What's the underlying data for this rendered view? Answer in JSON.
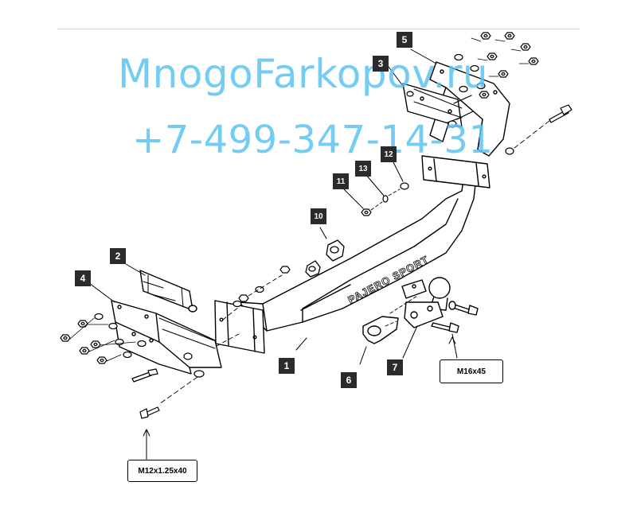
{
  "watermark": {
    "site": "MnogoFarkopov.ru",
    "phone": "+7-499-347-14-31",
    "color": "#5cc4f2"
  },
  "labels": {
    "p1": "1",
    "p2": "2",
    "p3": "3",
    "p4": "4",
    "p5": "5",
    "p6": "6",
    "p7": "7",
    "p10": "10",
    "p11": "11",
    "p12": "12",
    "p13": "13"
  },
  "beam_text": "PAJERO SPORT",
  "specs": {
    "bolt_small": "M12x1.25x40",
    "bolt_large": "M16x45"
  }
}
